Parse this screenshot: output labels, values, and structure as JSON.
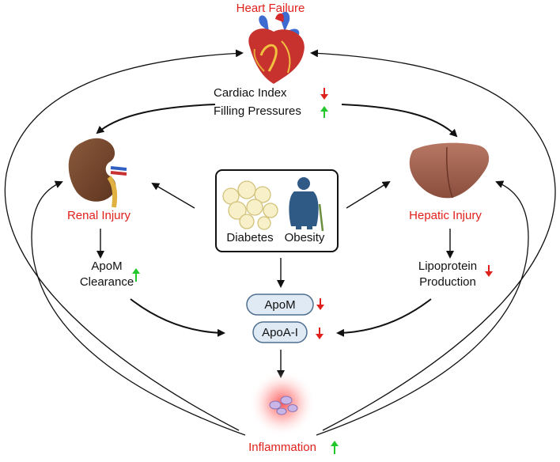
{
  "title": "Heart Failure",
  "heart": {
    "cardiac_index": "Cardiac Index",
    "filling_pressures": "Filling Pressures"
  },
  "kidney": {
    "label": "Renal Injury",
    "effect_line1": "ApoM",
    "effect_line2": "Clearance"
  },
  "liver": {
    "label": "Hepatic Injury",
    "effect_line1": "Lipoprotein",
    "effect_line2": "Production"
  },
  "risk_factors": {
    "diabetes": "Diabetes",
    "obesity": "Obesity"
  },
  "apolipoproteins": {
    "apom": "ApoM",
    "apoa1": "ApoA-I"
  },
  "inflammation": "Inflammation",
  "colors": {
    "highlight_text": "#e0201b",
    "arrow_up": "#22c82b",
    "arrow_down": "#e0201b",
    "pill_fill": "#dfeaf5",
    "pill_stroke": "#4f6f8f"
  },
  "directions": {
    "cardiac_index": "down",
    "filling_pressures": "up",
    "apom_clearance": "up",
    "lipoprotein_production": "down",
    "apom": "down",
    "apoa1": "down",
    "inflammation": "up"
  }
}
